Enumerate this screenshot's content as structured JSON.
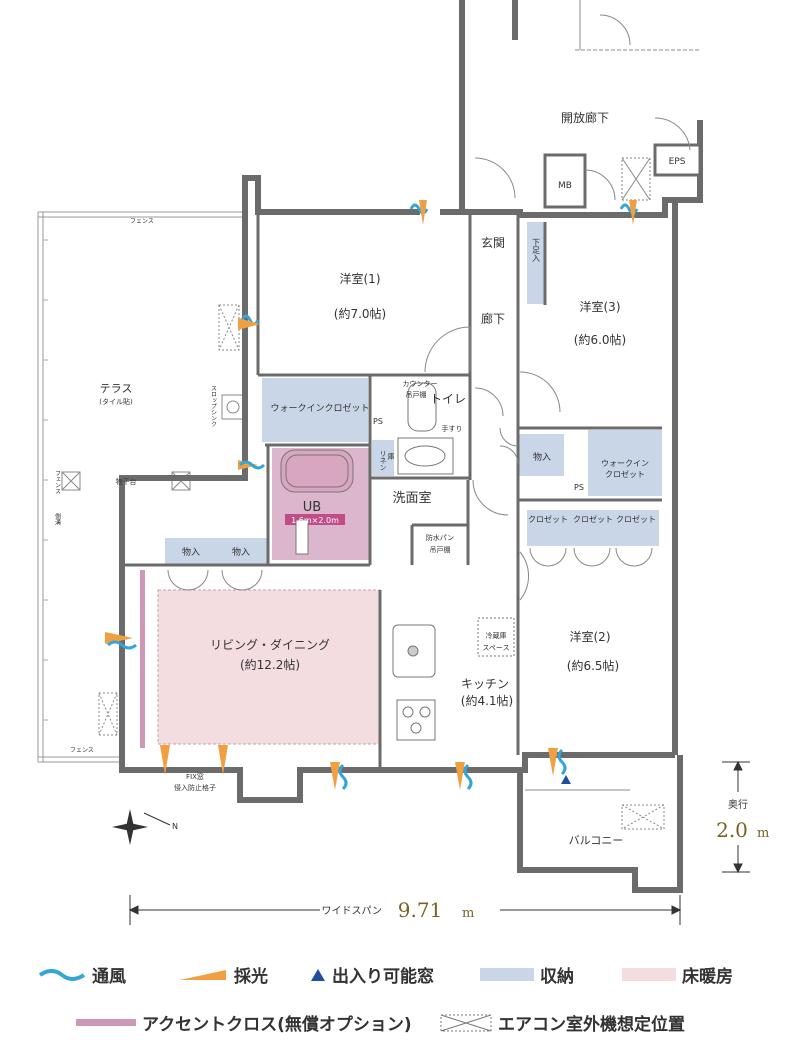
{
  "rooms": {
    "western1": {
      "name": "洋室(1)",
      "size": "(約7.0帖)"
    },
    "western2": {
      "name": "洋室(2)",
      "size": "(約6.5帖)"
    },
    "western3": {
      "name": "洋室(3)",
      "size": "(約6.0帖)"
    },
    "living": {
      "name": "リビング・ダイニング",
      "size": "(約12.2帖)"
    },
    "kitchen": {
      "name": "キッチン",
      "size": "(約4.1帖)"
    },
    "washroom": "洗面室",
    "toilet": "トイレ",
    "entrance": "玄関",
    "hallway": "廊下",
    "open_corridor": "開放廊下",
    "terrace": "テラス",
    "terrace_note": "(タイル貼)",
    "balcony": "バルコニー",
    "ub": "UB",
    "ub_size": "1.6m×2.0m"
  },
  "storage": {
    "wic1": "ウォークインクロゼット",
    "wic3_line1": "ウォークイン",
    "wic3_line2": "クロゼット",
    "closet": "クロゼット",
    "monoire": "物入",
    "shoes": "下足入",
    "linen_line1": "リネン",
    "linen_line2": "庫",
    "counter": "カウンター",
    "cupboard": "吊戸棚",
    "waterproof": "防水パン",
    "fridge_line1": "冷蔵庫",
    "fridge_line2": "スペース",
    "handrail": "手すり"
  },
  "labels": {
    "ps": "PS",
    "mb": "MB",
    "eps": "EPS",
    "fence": "フェンス",
    "slop_sink": "スロップシンク",
    "side_ditch": "側溝",
    "drying": "物干台",
    "fix_window_1": "FIX窓",
    "fix_window_2": "侵入防止格子"
  },
  "dimensions": {
    "width_label": "ワイドスパン",
    "width_value": "9.71",
    "width_unit": "m",
    "depth_label": "奥行",
    "depth_value": "2.0",
    "depth_unit": "m"
  },
  "legend": {
    "ventilation": "通風",
    "daylight": "採光",
    "access_window": "出入り可能窓",
    "storage": "収納",
    "floor_heating": "床暖房",
    "accent_cloth": "アクセントクロス(無償オプション)",
    "ac_unit": "エアコン室外機想定位置"
  },
  "colors": {
    "wall": "#6b6b6b",
    "storage": "#c9d6e8",
    "floor_heating": "#f3dde1",
    "accent": "#cf97b6",
    "ventilation": "#33a5d9",
    "daylight": "#f0a040",
    "access": "#1f4e9c"
  }
}
